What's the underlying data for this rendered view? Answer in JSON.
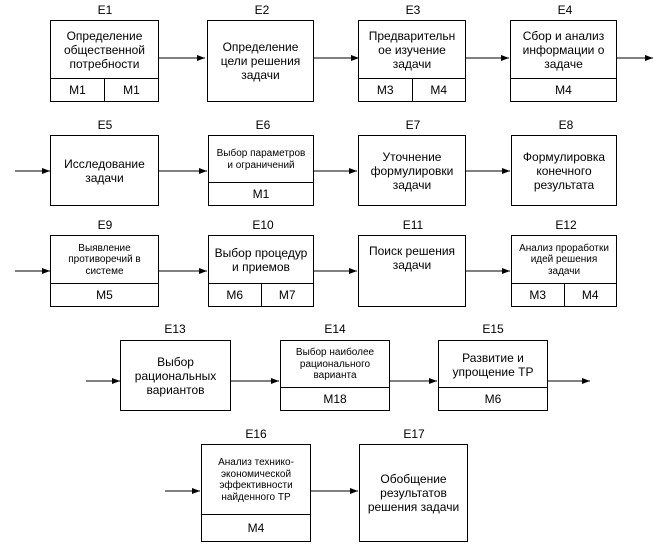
{
  "diagram": {
    "row1": [
      {
        "id": "E1",
        "text": "Определение общественной потребности",
        "m": [
          "M1",
          "M1"
        ]
      },
      {
        "id": "E2",
        "text": "Определение цели решения задачи",
        "m": []
      },
      {
        "id": "E3",
        "text": "Предварительн ое изучение задачи",
        "m": [
          "M3",
          "M4"
        ]
      },
      {
        "id": "E4",
        "text": "Сбор и анализ информации о задаче",
        "m": [
          "M4"
        ]
      }
    ],
    "row2": [
      {
        "id": "E5",
        "text": "Исследование задачи",
        "m": []
      },
      {
        "id": "E6",
        "text": "Выбор параметров и ограничений",
        "m": [
          "M1"
        ]
      },
      {
        "id": "E7",
        "text": "Уточнение формулировки задачи",
        "m": []
      },
      {
        "id": "E8",
        "text": "Формулировка конечного результата",
        "m": []
      }
    ],
    "row3": [
      {
        "id": "E9",
        "text": "Выявление противоречий в системе",
        "m": [
          "M5"
        ]
      },
      {
        "id": "E10",
        "text": "Выбор процедур и приемов",
        "m": [
          "M6",
          "M7"
        ]
      },
      {
        "id": "E11",
        "text": "Поиск решения задачи",
        "m": []
      },
      {
        "id": "E12",
        "text": "Анализ проработки идей решения задачи",
        "m": [
          "M3",
          "M4"
        ]
      }
    ],
    "row4": [
      {
        "id": "E13",
        "text": "Выбор рациональных вариантов",
        "m": []
      },
      {
        "id": "E14",
        "text": "Выбор наиболее рационального варианта",
        "m": [
          "M18"
        ]
      },
      {
        "id": "E15",
        "text": "Развитие и упрощение ТР",
        "m": [
          "M6"
        ]
      }
    ],
    "row5": [
      {
        "id": "E16",
        "text": "Анализ технико-экономической эффективности найденного ТР",
        "m": [
          "M4"
        ]
      },
      {
        "id": "E17",
        "text": "Обобщение результатов решения задачи",
        "m": []
      }
    ]
  }
}
